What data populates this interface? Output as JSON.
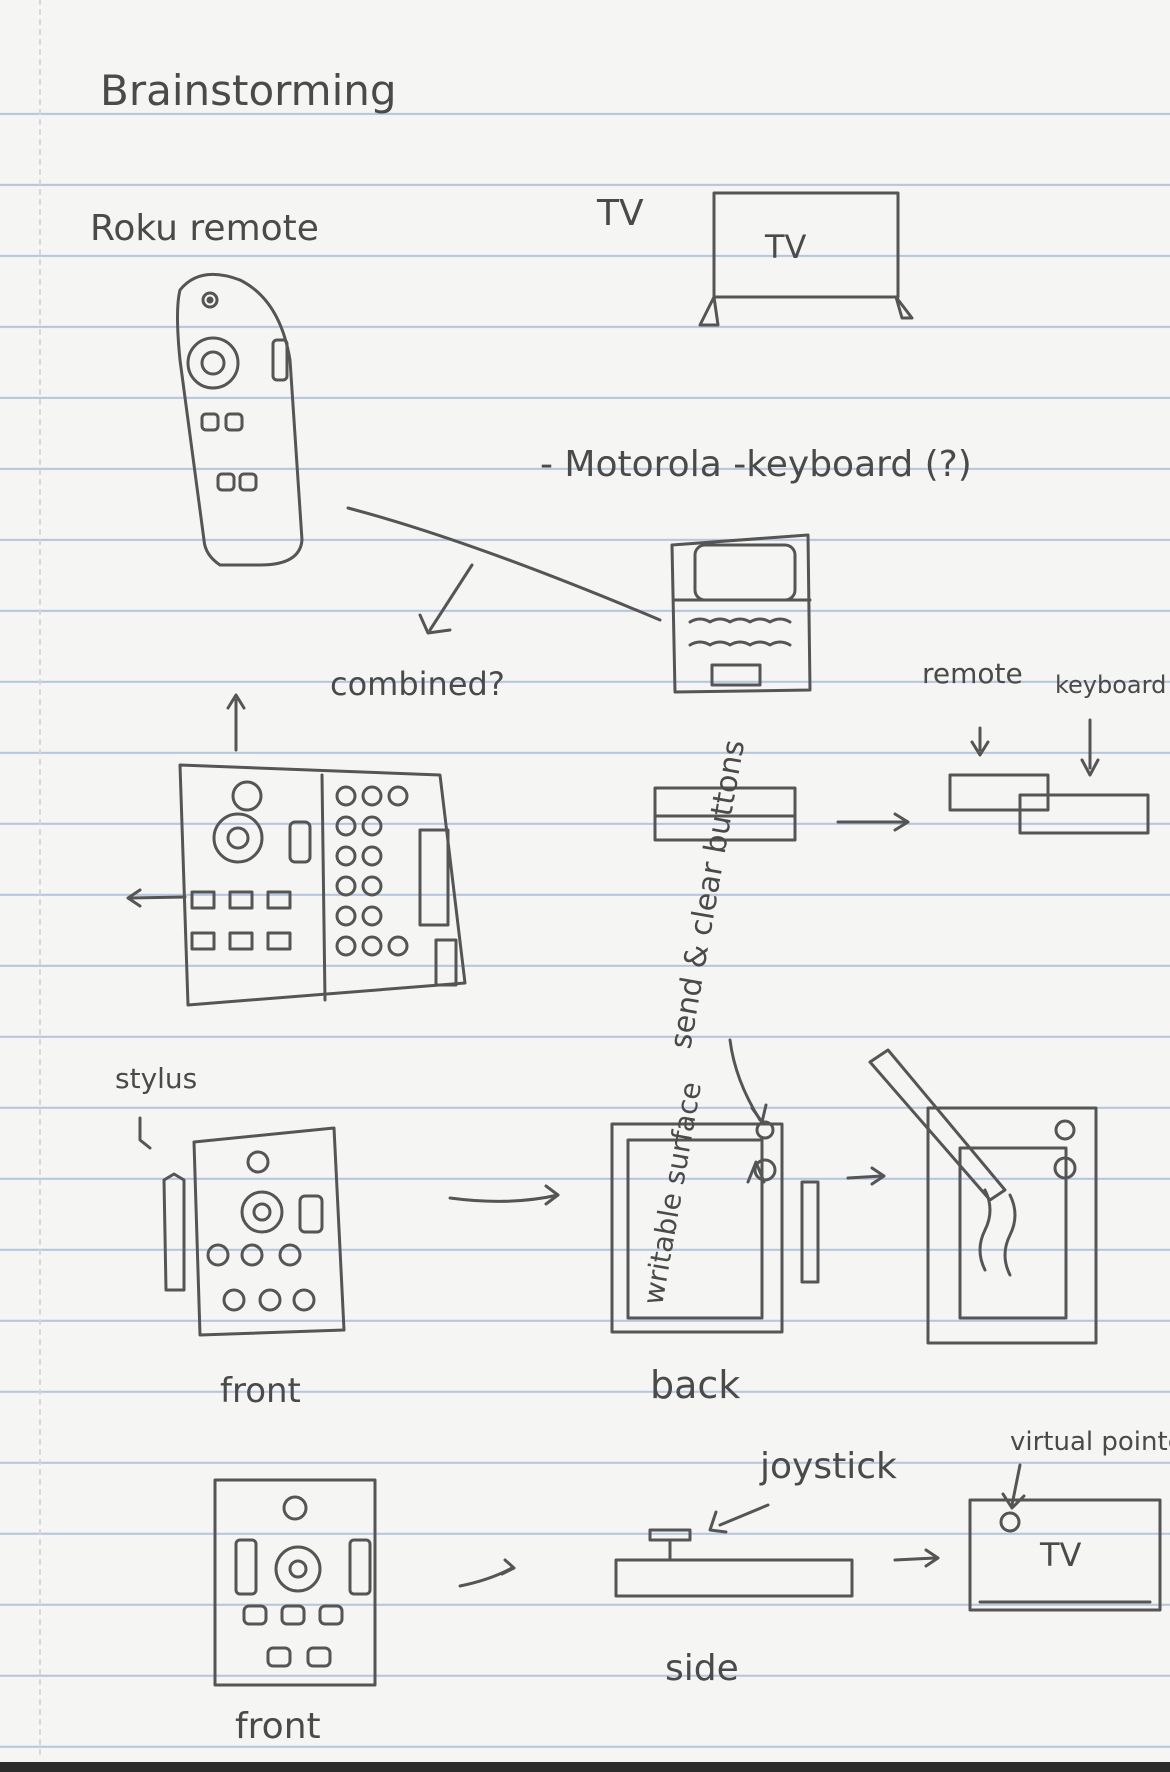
{
  "title": "Brainstorming",
  "labels": {
    "roku_remote": "Roku remote",
    "tv_heading": "TV",
    "tv_screen": "TV",
    "motorola": "- Motorola -keyboard (?)",
    "combined": "combined?",
    "remote": "remote",
    "keyboard": "keyboard",
    "send_clear": "send & clear buttons",
    "writable_surface": "writable surface",
    "stylus": "stylus",
    "front_1": "front",
    "back": "back",
    "virtual_pointer": "virtual pointer",
    "joystick": "joystick",
    "tv_screen_2": "TV",
    "side": "side",
    "front_2": "front"
  }
}
